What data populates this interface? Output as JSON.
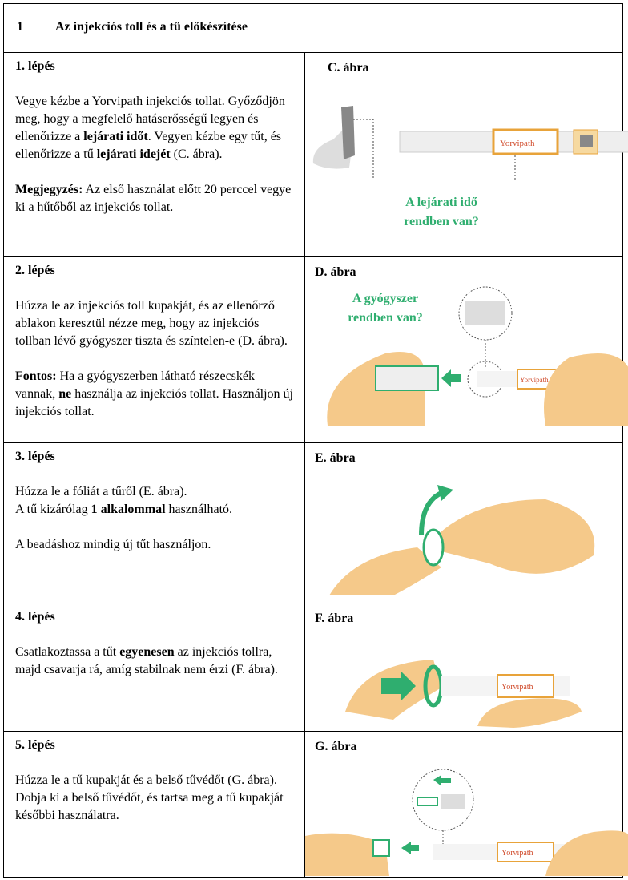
{
  "section": {
    "number": "1",
    "title": "Az injekciós toll és a tű előkészítése"
  },
  "steps": [
    {
      "label": "1. lépés",
      "p1_a": "Vegye kézbe a Yorvipath injekciós tollat. Győződjön meg, hogy a megfelelő hatáserősségű legyen és ellenőrizze a ",
      "p1_b": "lejárati időt",
      "p1_c": ". Vegyen kézbe egy tűt, és ellenőrizze a tű ",
      "p1_d": "lejárati idejét",
      "p1_e": " (C. ábra).",
      "p2_a": "Megjegyzés:",
      "p2_b": " Az első használat előtt 20 perccel vegye ki a hűtőből az injekciós tollat.",
      "figure": "C. ábra",
      "question": "A lejárati idő rendben van?",
      "pen_brand": "Yorvipath"
    },
    {
      "label": "2. lépés",
      "p1": "Húzza le az injekciós toll kupakját, és az ellenőrző ablakon keresztül nézze meg, hogy az injekciós tollban lévő gyógyszer tiszta és színtelen-e (D. ábra).",
      "p2_a": "Fontos:",
      "p2_b": " Ha a gyógyszerben látható részecskék vannak, ",
      "p2_c": "ne",
      "p2_d": " használja az injekciós tollat. Használjon új injekciós tollat.",
      "figure": "D. ábra",
      "question": "A gyógyszer rendben van?",
      "pen_brand": "Yorvipath"
    },
    {
      "label": "3. lépés",
      "p1": "Húzza le a fóliát a tűről (E. ábra).",
      "p2_a": "A tű kizárólag ",
      "p2_b": "1 alkalommal",
      "p2_c": " használható.",
      "p3": "A beadáshoz mindig új tűt használjon.",
      "figure": "E. ábra"
    },
    {
      "label": "4. lépés",
      "p1_a": "Csatlakoztassa a tűt ",
      "p1_b": "egyenesen",
      "p1_c": " az injekciós tollra, majd csavarja rá, amíg stabilnak nem érzi (F. ábra).",
      "figure": "F. ábra",
      "pen_brand": "Yorvipath"
    },
    {
      "label": "5. lépés",
      "p1": "Húzza le a tű kupakját és a belső tűvédőt (G. ábra). Dobja ki a belső tűvédőt, és tartsa meg a tű kupakját későbbi használatra.",
      "figure": "G. ábra",
      "pen_brand": "Yorvipath"
    }
  ],
  "colors": {
    "accent": "#2fae6f",
    "skin": "#f5c98a",
    "pen_orange": "#e8a33a"
  }
}
